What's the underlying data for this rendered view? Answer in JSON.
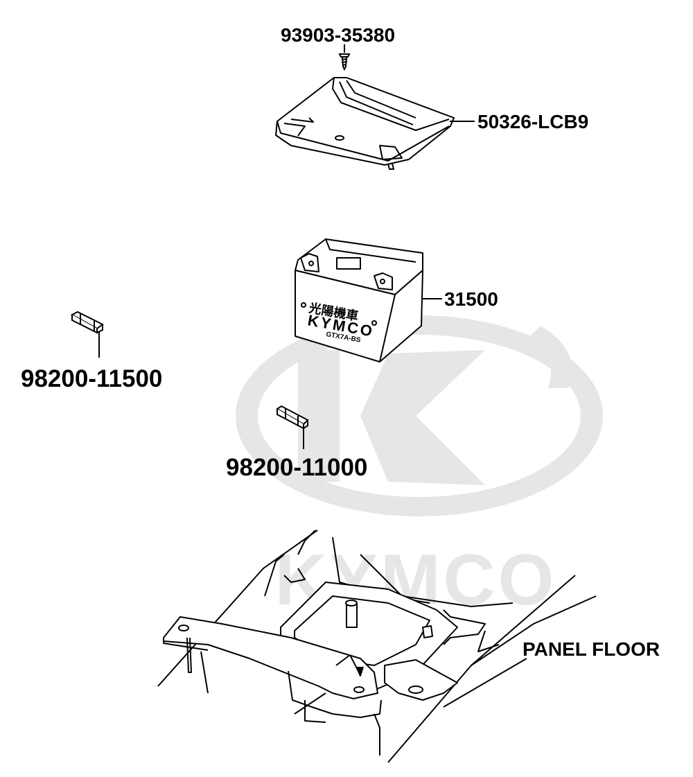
{
  "watermark": {
    "brand_text": "KYMCO",
    "color": "#e6e6e6"
  },
  "parts": {
    "screw": {
      "part_number": "93903-35380"
    },
    "battery_cover": {
      "part_number": "50326-LCB9"
    },
    "battery": {
      "part_number": "31500",
      "print_chinese": "光陽機車",
      "print_brand": "KYMCO",
      "print_model": "GTX7A-BS"
    },
    "fuse_large": {
      "part_number": "98200-11500"
    },
    "fuse_small": {
      "part_number": "98200-11000"
    }
  },
  "panel_floor": {
    "label": "PANEL FLOOR"
  },
  "colors": {
    "line": "#000000",
    "background": "#ffffff"
  }
}
